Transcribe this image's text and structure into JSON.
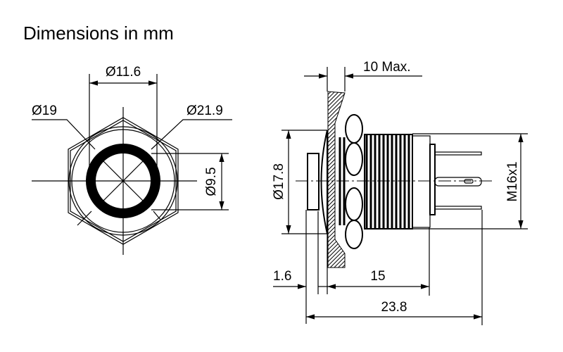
{
  "title": "Dimensions in mm",
  "front_view": {
    "dim_ring": "Ø11.6",
    "dim_inner": "Ø19",
    "dim_outer": "Ø21.9",
    "dim_lens": "Ø9.5"
  },
  "side_view": {
    "dim_panel": "10 Max.",
    "dim_bezel": "Ø17.8",
    "dim_thread": "M16x1",
    "dim_cap": "1.6",
    "dim_body": "15",
    "dim_total": "23.8"
  },
  "colors": {
    "line": "#000000",
    "background": "#ffffff"
  }
}
